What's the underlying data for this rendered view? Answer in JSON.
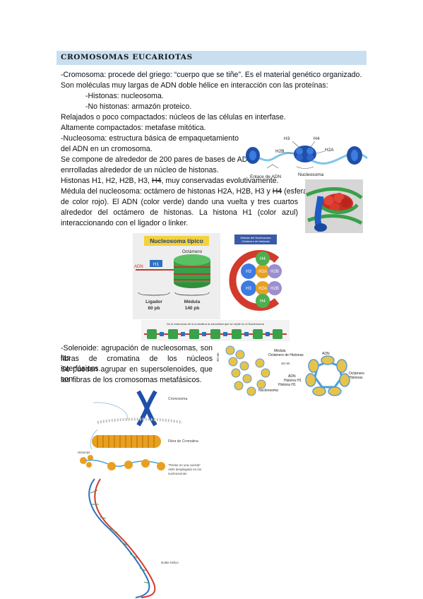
{
  "header": {
    "title": "CROMOSOMAS EUCARIOTAS"
  },
  "text": {
    "l1": "-Cromosoma: procede del griego: “cuerpo que se tiñe”. Es el material genético organizado.",
    "l2": "Son moléculas muy largas de ADN doble hélice en interacción con las proteínas:",
    "l3": "-Histonas: nucleosoma.",
    "l4": "-No histonas: armazón proteico.",
    "l5": "Relajados o poco compactados: núcleos de las células en interfase.",
    "l6": "Altamente compactados: metafase mitótica.",
    "l7": "-Nucleosoma: estructura básica de empaquetamiento",
    "l8": "del ADN en un cromosoma.",
    "l9": "Se compone de alrededor de 200 pares de bases de ADN",
    "l10": "enrrolladas alrededor de un núcleo de histonas.",
    "l11a": "Histonas H1, H2, H2B, H3, ",
    "l11b": "H4",
    "l11c": ", muy conservadas evolutivamente.",
    "l12a": "Médula del nucleosoma: octámero de histonas H2A, H2B, H3 y ",
    "l12b": "H4",
    "l12c": " (esferas",
    "l13": "de color rojo). El ADN (color verde) dando una vuelta y tres cuartos",
    "l14": "alrededor del octámero de histonas. La histona H1 (color azul)",
    "l15": "interaccionando con el ligador o linker.",
    "s1": "-Solenoide: agrupación de nucleosomas, son las",
    "s2": "fibras de cromatina de los núcleos interfásicos.",
    "s3": "Se pueden agrupar en supersolenoides, que son",
    "s4": "las fibras de los cromosomas metafásicos."
  },
  "fig1": {
    "h3": "H3",
    "h4": "H4",
    "h2b": "H2B",
    "h2a": "H2A",
    "link": "Enlace de ADN",
    "nuc": "Nucleosoma"
  },
  "fig3": {
    "title": "Nucleosoma típico",
    "octamero": "Octámero",
    "h1": "H1",
    "adn": "ADN",
    "ligador": "Ligador",
    "ligador_pb": "60 pb",
    "medula": "Médula",
    "medula_pb": "140 pb"
  },
  "fig4": {
    "cap1": "Médula del Nucleosoma",
    "cap2": "Octámero de histonas",
    "labels": [
      "H3",
      "H2A",
      "H2B",
      "H4",
      "H2A",
      "H2B",
      "H3",
      "H4"
    ]
  },
  "fig5": {
    "caption": "De la estructura de la cromatina la subunidad que se repite es el Nucleosoma"
  },
  "fig6": {
    "nm": "30 nm",
    "medula": "Médula",
    "octamero": "Octámero de Histonas",
    "nm10": "10 nm",
    "adn_l": "ADN",
    "histona_h1": "Histona H1",
    "histona_h1b": "Histona H1",
    "nucleosoma": "Nucleosoma",
    "adn_r": "ADN",
    "octamero_r1": "Octámero",
    "octamero_r2": "Histonas"
  },
  "fig7": {
    "cromosoma": "Cromosoma",
    "fibra": "Fibra de Cromatina",
    "histonas": "Histonas",
    "perlas1": "\"Perlas en una cuerda\"",
    "perlas2": "ADN desplegado en los",
    "perlas3": "nucleosomas",
    "doble": "Doble hélice"
  },
  "colors": {
    "header_bg": "#c9dff0",
    "dna_green": "#3aa04a",
    "histone_red": "#d33a2c",
    "h1_blue": "#2f6fc0",
    "title_yellow": "#f4d23c"
  }
}
